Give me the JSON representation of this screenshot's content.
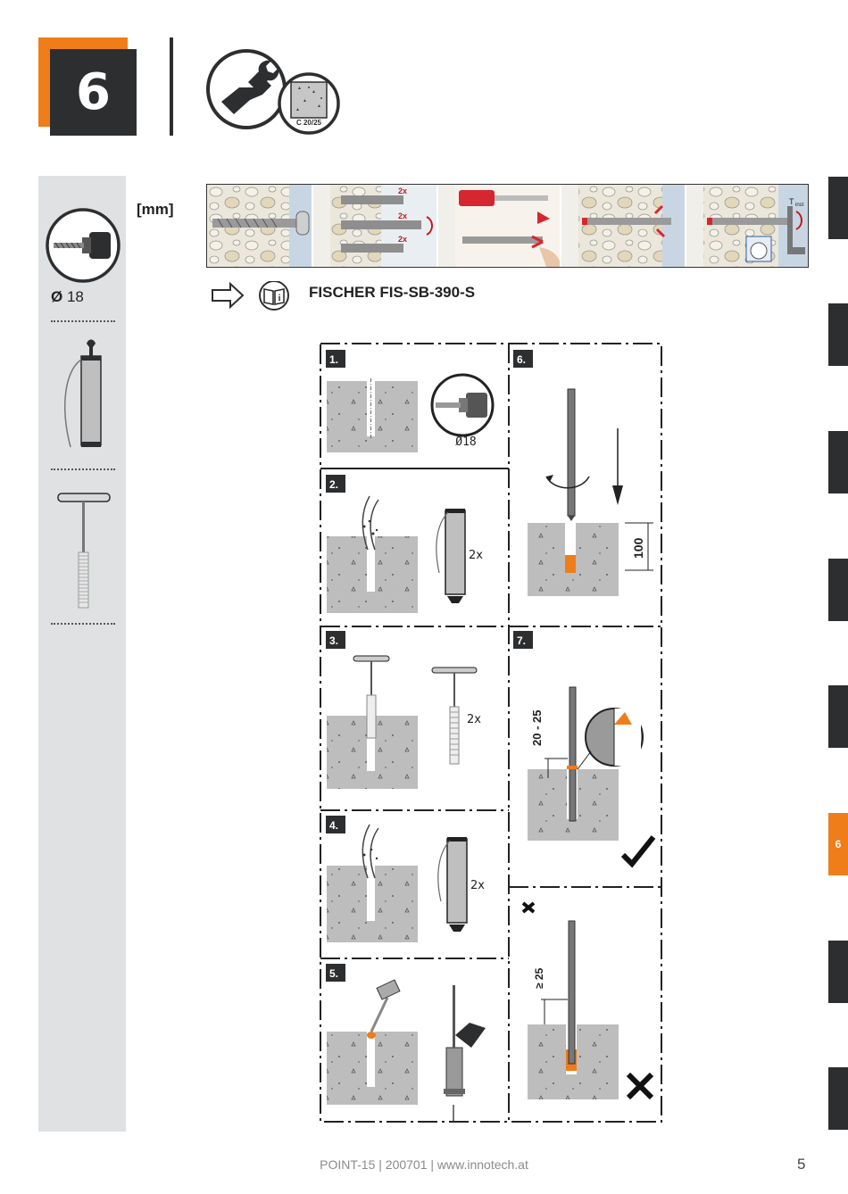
{
  "header": {
    "chapter_number": "6",
    "concrete_grade": "C 20/25"
  },
  "sidebar": {
    "drill_diameter_symbol": "Ø",
    "drill_diameter_value": "18"
  },
  "unit_label": "[mm]",
  "product_name": "FISCHER FIS-SB-390-S",
  "strip": {
    "count_label_1": "2x",
    "count_label_2": "2x",
    "count_label_3": "2x",
    "torque_label": "T",
    "torque_sub": "inst"
  },
  "steps": {
    "s1": "1.",
    "s2": "2.",
    "s3": "3.",
    "s4": "4.",
    "s5": "5.",
    "s6": "6.",
    "s7": "7.",
    "diameter": "Ø18",
    "blow_count_1": "2x",
    "brush_count": "2x",
    "blow_count_2": "2x",
    "depth": "100",
    "protrusion_range": "20 - 25",
    "protrusion_min": "≥ 25"
  },
  "tabs": [
    "",
    "",
    "",
    "",
    "",
    "6",
    "",
    ""
  ],
  "footer": {
    "text": "POINT-15 | 200701 | www.innotech.at",
    "page_number": "5"
  },
  "colors": {
    "accent_orange": "#ef7d1a",
    "dark": "#2d2e30",
    "panel_gray": "#dfe1e3",
    "concrete": "#bdbdbd"
  }
}
